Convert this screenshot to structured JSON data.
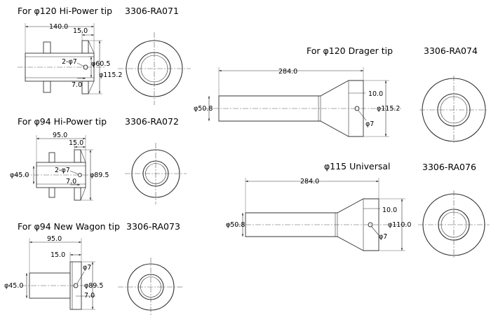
{
  "parts": [
    {
      "id": "ra071",
      "title": "For φ120 Hi-Power tip",
      "code": "3306-RA071",
      "dims": {
        "length": "140.0",
        "flange": "15.0",
        "holes": "2-φ7",
        "inner_dia": "φ60.5",
        "outer_dia": "φ115.2",
        "offset": "7.0"
      }
    },
    {
      "id": "ra072",
      "title": "For φ94 Hi-Power tip",
      "code": "3306-RA072",
      "dims": {
        "length": "95.0",
        "flange": "15.0",
        "holes": "2-φ7",
        "body_dia": "φ45.0",
        "outer_dia": "φ89.5",
        "offset": "7.0"
      }
    },
    {
      "id": "ra073",
      "title": "For φ94 New Wagon tip",
      "code": "3306-RA073",
      "dims": {
        "length": "95.0",
        "flange": "15.0",
        "hole": "φ7",
        "body_dia": "φ45.0",
        "outer_dia": "φ89.5",
        "offset": "7.0"
      }
    },
    {
      "id": "ra074",
      "title": "For φ120 Drager tip",
      "code": "3306-RA074",
      "dims": {
        "length": "284.0",
        "collar": "10.0",
        "body_dia": "φ50.8",
        "outer_dia": "φ115.2",
        "hole": "φ7"
      }
    },
    {
      "id": "ra076",
      "title": "φ115 Universal",
      "code": "3306-RA076",
      "dims": {
        "length": "284.0",
        "collar": "10.0",
        "body_dia": "φ50.8",
        "outer_dia": "φ110.0",
        "hole": "φ7"
      }
    }
  ]
}
